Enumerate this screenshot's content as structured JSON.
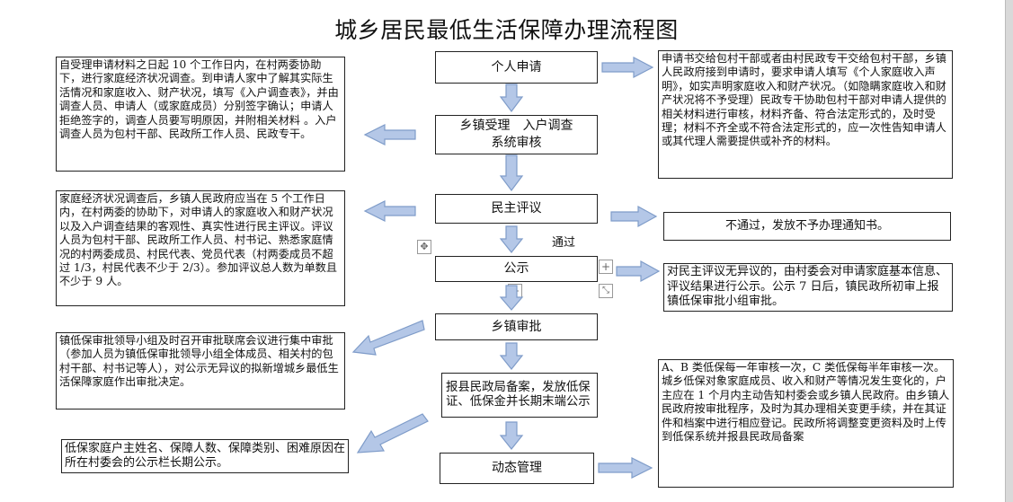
{
  "title": "城乡居民最低生活保障办理流程图",
  "steps": {
    "apply": "个人申请",
    "accept": "乡镇受理　入户调查\n系统审核",
    "review": "民主评议",
    "publicize": "公示",
    "approve": "乡镇审批",
    "filing": "报县民政局备案，发放低保证、低保金并长期末端公示",
    "manage": "动态管理"
  },
  "pass_label": "通过",
  "notes": {
    "apply_right": "申请书交给包村干部或者由村民政专干交给包村干部，乡镇人民政府接到申请时，要求申请人填写《个人家庭收入声明》，如实声明家庭收入和财产状况。（如隐瞒家庭收入和财产状况将不予受理）民政专干协助包村干部对申请人提供的相关材料进行审核，材料齐备、符合法定形式的，及时受理；材料不齐全或不符合法定形式的，应一次性告知申请人或其代理人需要提供或补齐的材料。",
    "survey_left": "自受理申请材料之日起 10 个工作日内，在村两委协助下，进行家庭经济状况调查。到申请人家中了解其实际生活情况和家庭收入、财产状况，填写《入户调查表》，并由调查人员、申请人（或家庭成员）分别签字确认；申请人拒绝签字的，调查人员要写明原因，并附相关材料 。入户调查人员为包村干部、民政所工作人员、民政专干。",
    "review_left": "家庭经济状况调查后，乡镇人民政府应当在 5 个工作日内，在村两委的协助下，对申请人的家庭收入和财产状况以及入户调查结果的客观性、真实性进行民主评议。评议人员为包村干部、民政所工作人员、村书记、熟悉家庭情况的村两委成员、村民代表、党员代表（村两委成员不超过 1/3，村民代表不少于 2/3）。参加评议总人数为单数且不少于 9 人。",
    "reject_right": "不通过，发放不予办理通知书。",
    "publicize_right": "对民主评议无异议的，由村委会对申请家庭基本信息、评议结果进行公示。公示 7 日后，镇民政所初审上报镇低保审批小组审批。",
    "approve_left": "镇低保审批领导小组及时召开审批联席会议进行集中审批（参加人员为镇低保审批领导小组全体成员、相关村的包村干部、村书记等人），对公示无异议的拟新增城乡最低生活保障家庭作出审批决定。",
    "publicity_left": "低保家庭户主姓名、保障人数、保障类别、困难原因在所在村委会的公示栏长期公示。",
    "annual_right": "A、B 类低保每一年审核一次，C 类低保每半年审核一次。城乡低保对象家庭成员、收入和财产等情况发生变化的，户主应在 1 个月内主动告知村委会或乡镇人民政府。由乡镇人民政府按审批程序，及时为其办理相关变更手续，并在其证件和档案中进行相应登记。民政所将调整变更资料及时上传到低保系统并报县民政局备案"
  },
  "colors": {
    "arrow_fill": "#b4c7e7",
    "arrow_stroke": "#7f9cc9",
    "border": "#222222"
  }
}
